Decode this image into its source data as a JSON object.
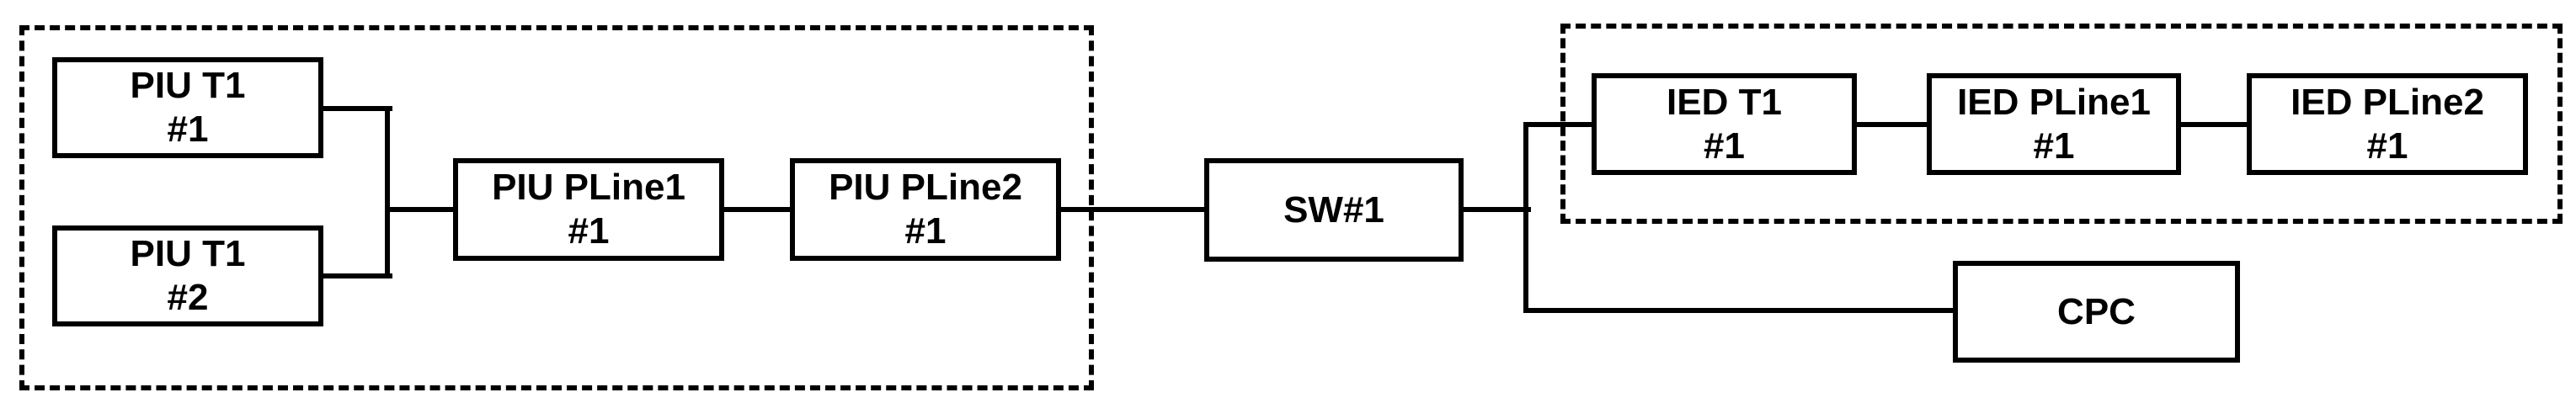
{
  "diagram": {
    "title": "",
    "colors": {
      "stroke": "#000000",
      "background": "#ffffff",
      "text": "#000000"
    },
    "nodes": {
      "piu_t1_1": {
        "line1": "PIU T1",
        "line2": "#1"
      },
      "piu_t1_2": {
        "line1": "PIU T1",
        "line2": "#2"
      },
      "piu_pline1": {
        "line1": "PIU PLine1",
        "line2": "#1"
      },
      "piu_pline2": {
        "line1": "PIU PLine2",
        "line2": "#1"
      },
      "sw1": {
        "line1": "SW#1"
      },
      "ied_t1": {
        "line1": "IED T1",
        "line2": "#1"
      },
      "ied_pline1": {
        "line1": "IED PLine1",
        "line2": "#1"
      },
      "ied_pline2": {
        "line1": "IED PLine2",
        "line2": "#1"
      },
      "cpc": {
        "line1": "CPC"
      }
    },
    "groups": [
      {
        "name": "piu-group",
        "members": [
          "piu_t1_1",
          "piu_t1_2",
          "piu_pline1",
          "piu_pline2"
        ],
        "border_style": "dashed"
      },
      {
        "name": "ied-group",
        "members": [
          "ied_t1",
          "ied_pline1",
          "ied_pline2"
        ],
        "border_style": "dashed"
      }
    ],
    "edges": [
      [
        "piu_t1_1",
        "piu_pline1"
      ],
      [
        "piu_t1_2",
        "piu_pline1"
      ],
      [
        "piu_pline1",
        "piu_pline2"
      ],
      [
        "piu_pline2",
        "sw1"
      ],
      [
        "sw1",
        "ied_t1"
      ],
      [
        "ied_t1",
        "ied_pline1"
      ],
      [
        "ied_pline1",
        "ied_pline2"
      ],
      [
        "sw1",
        "cpc"
      ]
    ]
  }
}
